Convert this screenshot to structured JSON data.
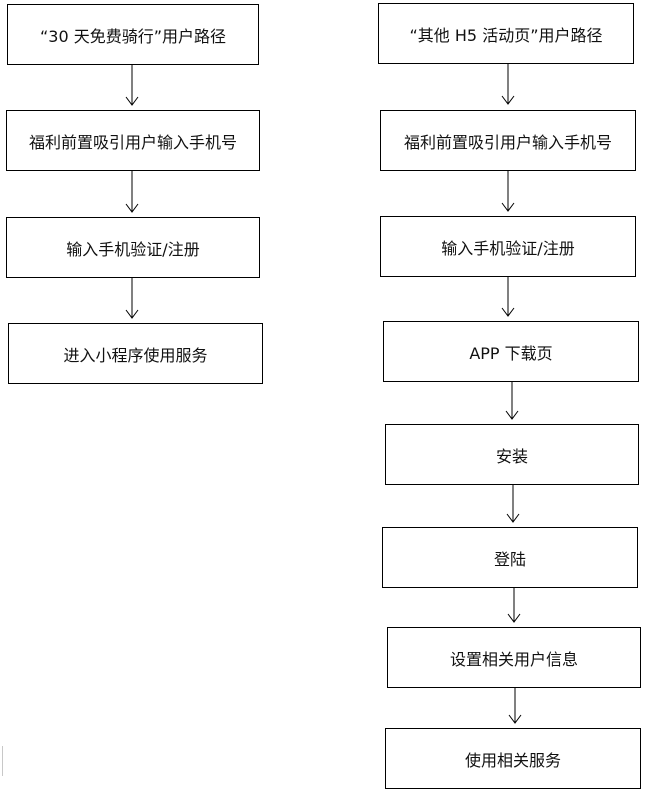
{
  "left_flow": {
    "steps": [
      "“30 天免费骑行”用户路径",
      "福利前置吸引用户输入手机号",
      "输入手机验证/注册",
      "进入小程序使用服务"
    ]
  },
  "right_flow": {
    "steps": [
      "“其他 H5 活动页”用户路径",
      "福利前置吸引用户输入手机号",
      "输入手机验证/注册",
      "APP 下载页",
      "安装",
      "登陆",
      "设置相关用户信息",
      "使用相关服务"
    ]
  },
  "colors": {
    "stroke": "#000000",
    "text": "#111111",
    "background": "#ffffff"
  }
}
